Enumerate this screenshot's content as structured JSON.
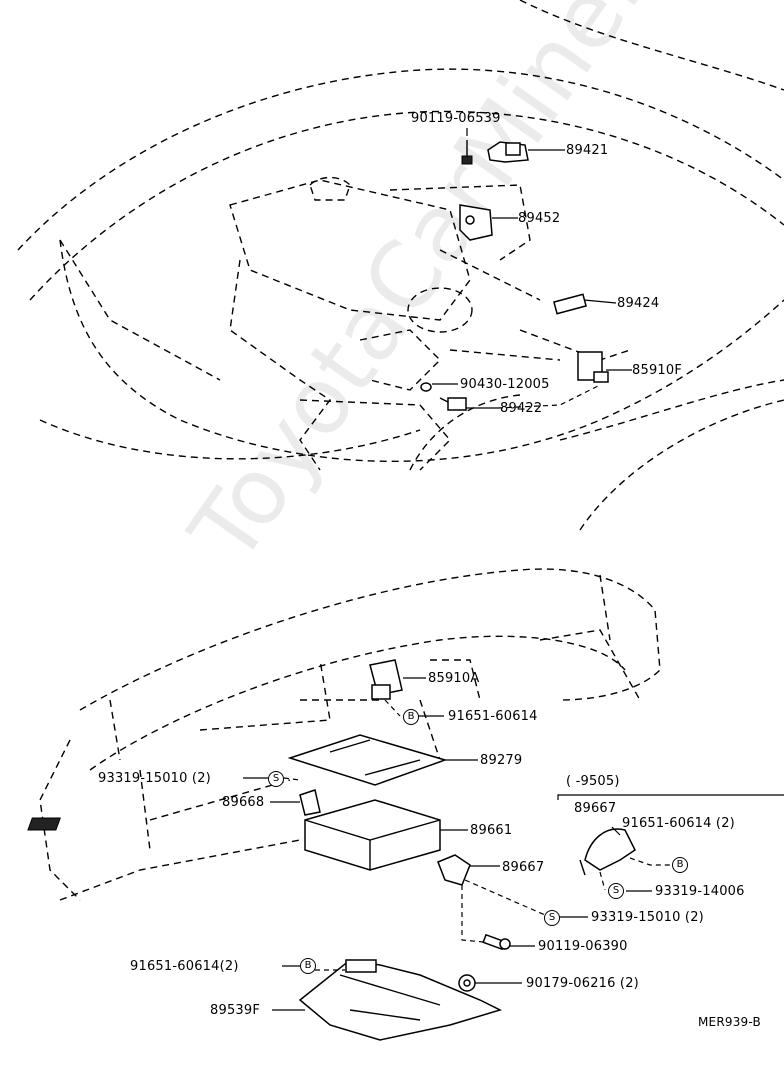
{
  "watermark": "ToyotaCarMine.ru",
  "diagram_code": "MER939-B",
  "period_note": "(      -9505)",
  "colors": {
    "line": "#000000",
    "background": "#ffffff",
    "watermark": "#e6e6e6"
  },
  "parts": {
    "p90119_06539": "90119-06539",
    "p89421": "89421",
    "p89452": "89452",
    "p89424": "89424",
    "p85910F": "85910F",
    "p90430_12005": "90430-12005",
    "p89422": "89422",
    "p85910A": "85910A",
    "p91651_60614_top": "91651-60614",
    "p89279": "89279",
    "p93319_15010_left": "93319-15010 (2)",
    "p89668": "89668",
    "p89661": "89661",
    "p89667_main": "89667",
    "p93319_15010_right": "93319-15010 (2)",
    "p90119_06390": "90119-06390",
    "p91651_60614_left2": "91651-60614(2)",
    "p90179_06216": "90179-06216 (2)",
    "p89539F": "89539F",
    "p89667_inset": "89667",
    "p91651_60614_inset": "91651-60614 (2)",
    "p93319_14006": "93319-14006"
  },
  "markers": {
    "s": "S",
    "b": "B"
  }
}
